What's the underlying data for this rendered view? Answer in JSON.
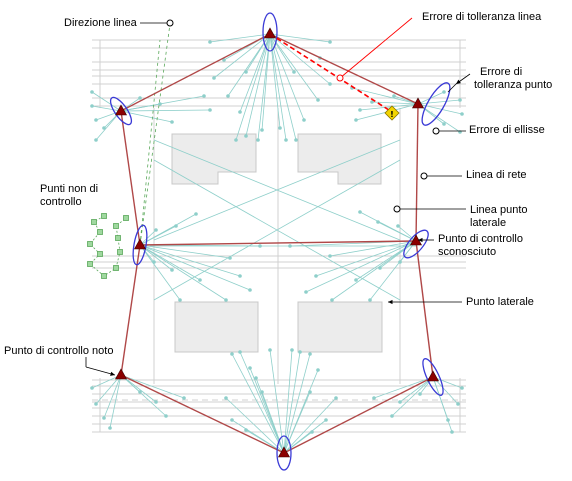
{
  "labels": {
    "direzione_linea": "Direzione linea",
    "errore_tolleranza_linea": "Errore di tolleranza linea",
    "errore_tolleranza_punto_1": "Errore di",
    "errore_tolleranza_punto_2": "tolleranza punto",
    "errore_ellisse": "Errore di ellisse",
    "punti_non_controllo_1": "Punti non di",
    "punti_non_controllo_2": "controllo",
    "linea_rete": "Linea di rete",
    "linea_punto_laterale_1": "Linea punto",
    "linea_punto_laterale_2": "laterale",
    "punto_controllo_sconosciuto_1": "Punto di controllo",
    "punto_controllo_sconosciuto_2": "sconosciuto",
    "punto_laterale": "Punto laterale",
    "punto_controllo_noto": "Punto di controllo noto"
  },
  "colors": {
    "network_line": "#b04848",
    "side_line": "#8ecfca",
    "grid_line": "#d0d0d0",
    "ellipse": "#3a3ad6",
    "control_point": "#8b0000",
    "error_line": "#ff0000",
    "building_fill": "#ececec",
    "building_stroke": "#c8c8c8",
    "warning": "#f2d400",
    "non_control": "#5aa85a"
  },
  "icons": {
    "control_point": "triangle-icon",
    "warning": "warning-diamond-icon",
    "callout_circle": "circle-marker-icon",
    "callout_arrow": "arrowhead-icon"
  }
}
